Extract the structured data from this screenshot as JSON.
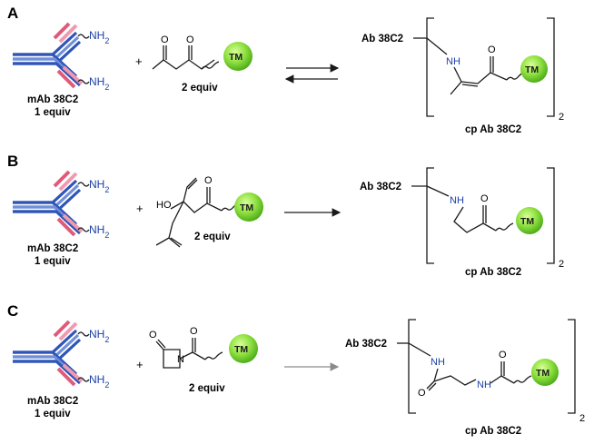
{
  "panels": [
    {
      "letter": "A",
      "antibody_label": "mAb 38C2",
      "antibody_equiv": "1 equiv",
      "amine_top": "NH2",
      "amine_bottom": "NH2",
      "plus": "+",
      "reagent_equiv": "2 equiv",
      "tm": "TM",
      "product_ab": "Ab 38C2",
      "product_nh": "NH",
      "product_o": "O",
      "reagent_o1": "O",
      "reagent_o2": "O",
      "subscript": "2",
      "product_label": "cp Ab 38C2",
      "arrow": "equilibrium"
    },
    {
      "letter": "B",
      "antibody_label": "mAb 38C2",
      "antibody_equiv": "1 equiv",
      "amine_top": "NH2",
      "amine_bottom": "NH2",
      "plus": "+",
      "reagent_equiv": "2 equiv",
      "tm": "TM",
      "reagent_ho": "HO",
      "reagent_o": "O",
      "product_ab": "Ab 38C2",
      "product_nh": "NH",
      "product_o": "O",
      "subscript": "2",
      "product_label": "cp Ab 38C2",
      "arrow": "forward"
    },
    {
      "letter": "C",
      "antibody_label": "mAb 38C2",
      "antibody_equiv": "1 equiv",
      "amine_top": "NH2",
      "amine_bottom": "NH2",
      "plus": "+",
      "reagent_equiv": "2 equiv",
      "tm": "TM",
      "reagent_o1": "O",
      "reagent_n": "N",
      "reagent_o2": "O",
      "product_ab": "Ab 38C2",
      "product_nh1": "NH",
      "product_nh2": "NH",
      "product_o1": "O",
      "product_o2": "O",
      "subscript": "2",
      "product_label": "cp Ab 38C2",
      "arrow": "forward-grey"
    }
  ]
}
